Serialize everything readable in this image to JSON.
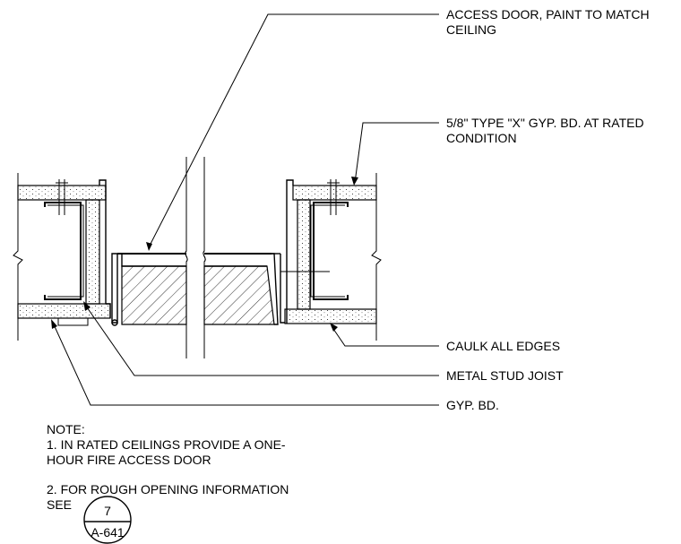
{
  "labels": {
    "access_door_1": "ACCESS DOOR, PAINT TO MATCH",
    "access_door_2": "CEILING",
    "gyp_rated_1": "5/8\" TYPE \"X\" GYP. BD. AT RATED",
    "gyp_rated_2": "CONDITION",
    "caulk": "CAULK ALL EDGES",
    "stud": "METAL STUD JOIST",
    "gyp": "GYP. BD."
  },
  "notes": {
    "heading": "NOTE:",
    "note1_line1": "1. IN RATED CEILINGS PROVIDE A ONE-",
    "note1_line2": "HOUR FIRE ACCESS DOOR",
    "note2_line1": "2. FOR ROUGH OPENING INFORMATION",
    "note2_line2": "SEE"
  },
  "detail_ref": {
    "number": "7",
    "sheet": "A-641"
  }
}
